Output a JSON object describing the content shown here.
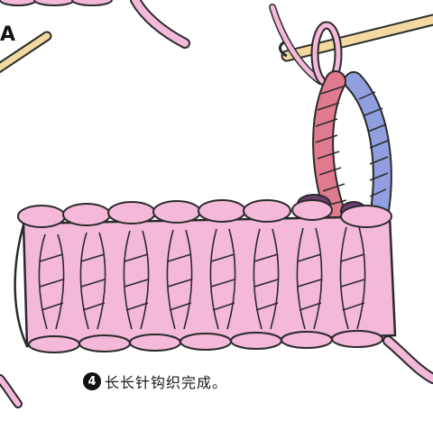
{
  "corner_mark": "A",
  "caption": {
    "step_number": "4",
    "text": "长长针钩织完成。"
  },
  "colors": {
    "yarn_pink": "#f4b8d8",
    "yarn_outline": "#2a2a2a",
    "stitch_red": "#e07a8e",
    "stitch_blue": "#8f9fe0",
    "hook": "#f2d9a0",
    "background": "#ffffff"
  }
}
